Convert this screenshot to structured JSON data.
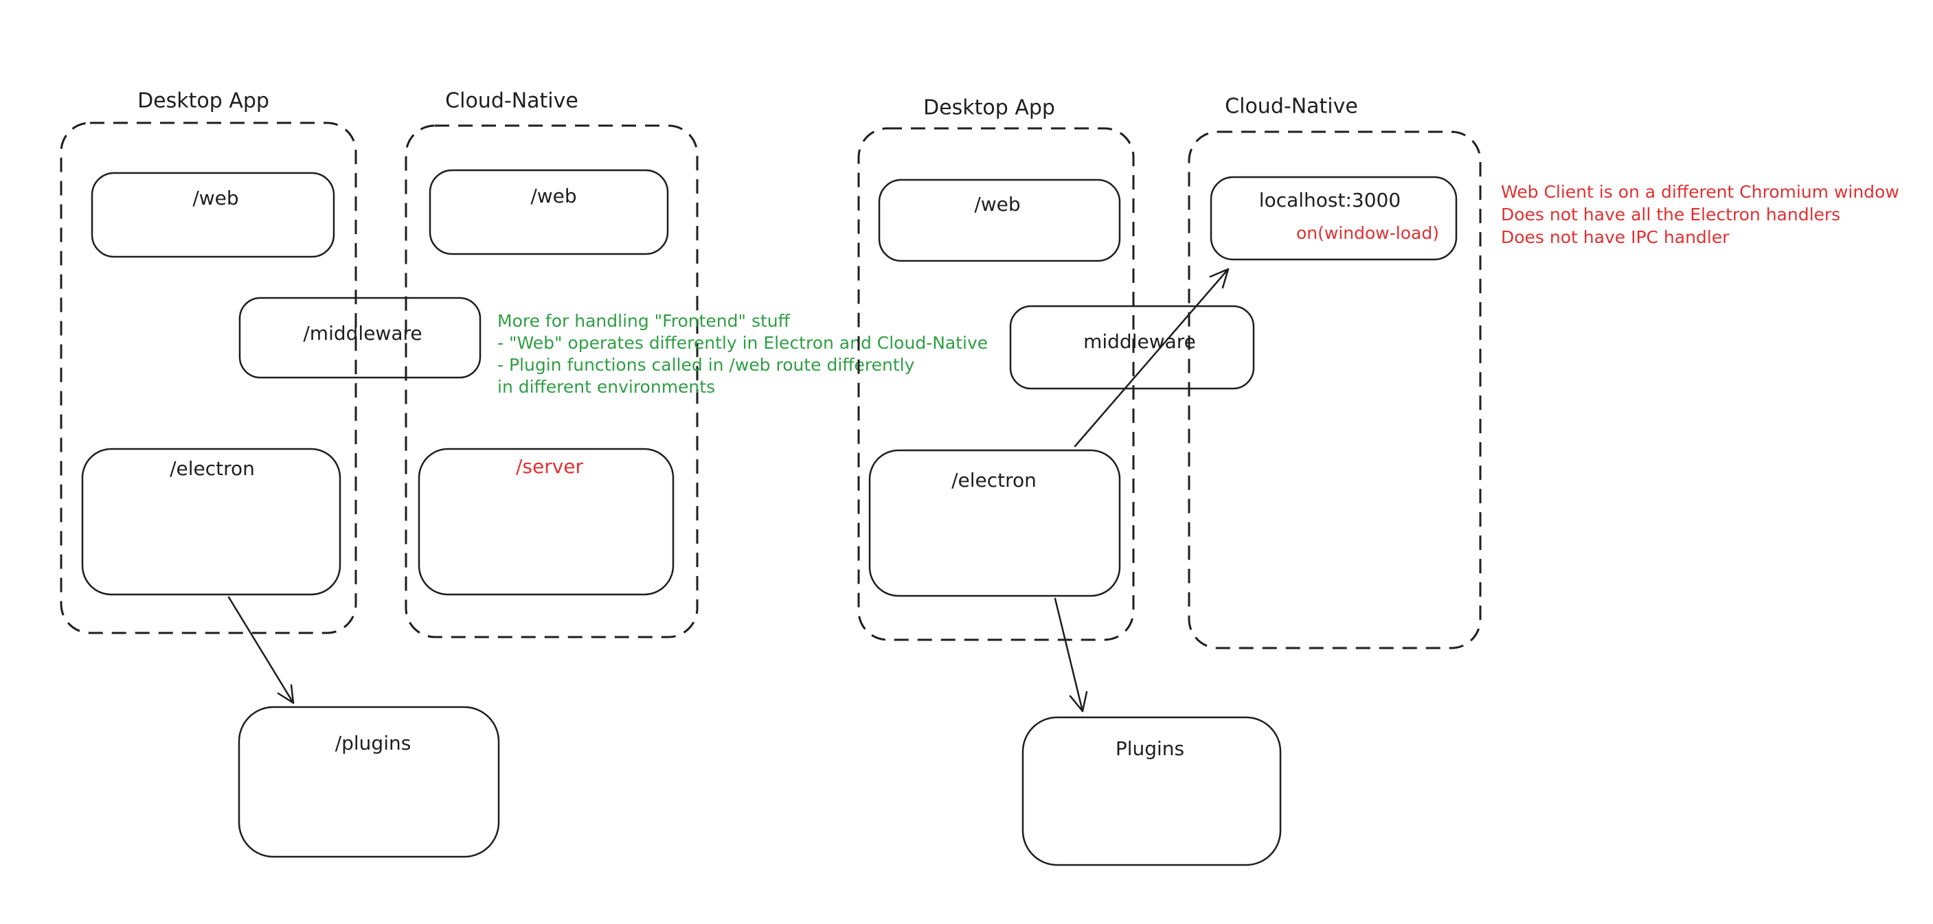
{
  "colors": {
    "background": "#ffffff",
    "ink": "#1e1e1e",
    "note_green": "#2f9e44",
    "note_red": "#e03131"
  },
  "left": {
    "desktop_container_label": "Desktop App",
    "cloud_container_label": "Cloud-Native",
    "web_desktop_label": "/web",
    "web_cloud_label": "/web",
    "middleware_label": "/middleware",
    "electron_label": "/electron",
    "server_label": "/server",
    "plugins_label": "/plugins",
    "note_lines": [
      "More for handling \"Frontend\" stuff",
      "- \"Web\" operates differently in Electron and Cloud-Native",
      "- Plugin functions called in /web route differently",
      "in different environments"
    ]
  },
  "right": {
    "desktop_container_label": "Desktop App",
    "cloud_container_label": "Cloud-Native",
    "web_label": "/web",
    "localhost_label": "localhost:3000",
    "window_load_label": "on(window-load)",
    "middleware_label": "middleware",
    "electron_label": "/electron",
    "plugins_label": "Plugins",
    "note_lines": [
      "Web Client is on a different Chromium window",
      "Does not have all the Electron handlers",
      "Does not have IPC handler"
    ]
  }
}
